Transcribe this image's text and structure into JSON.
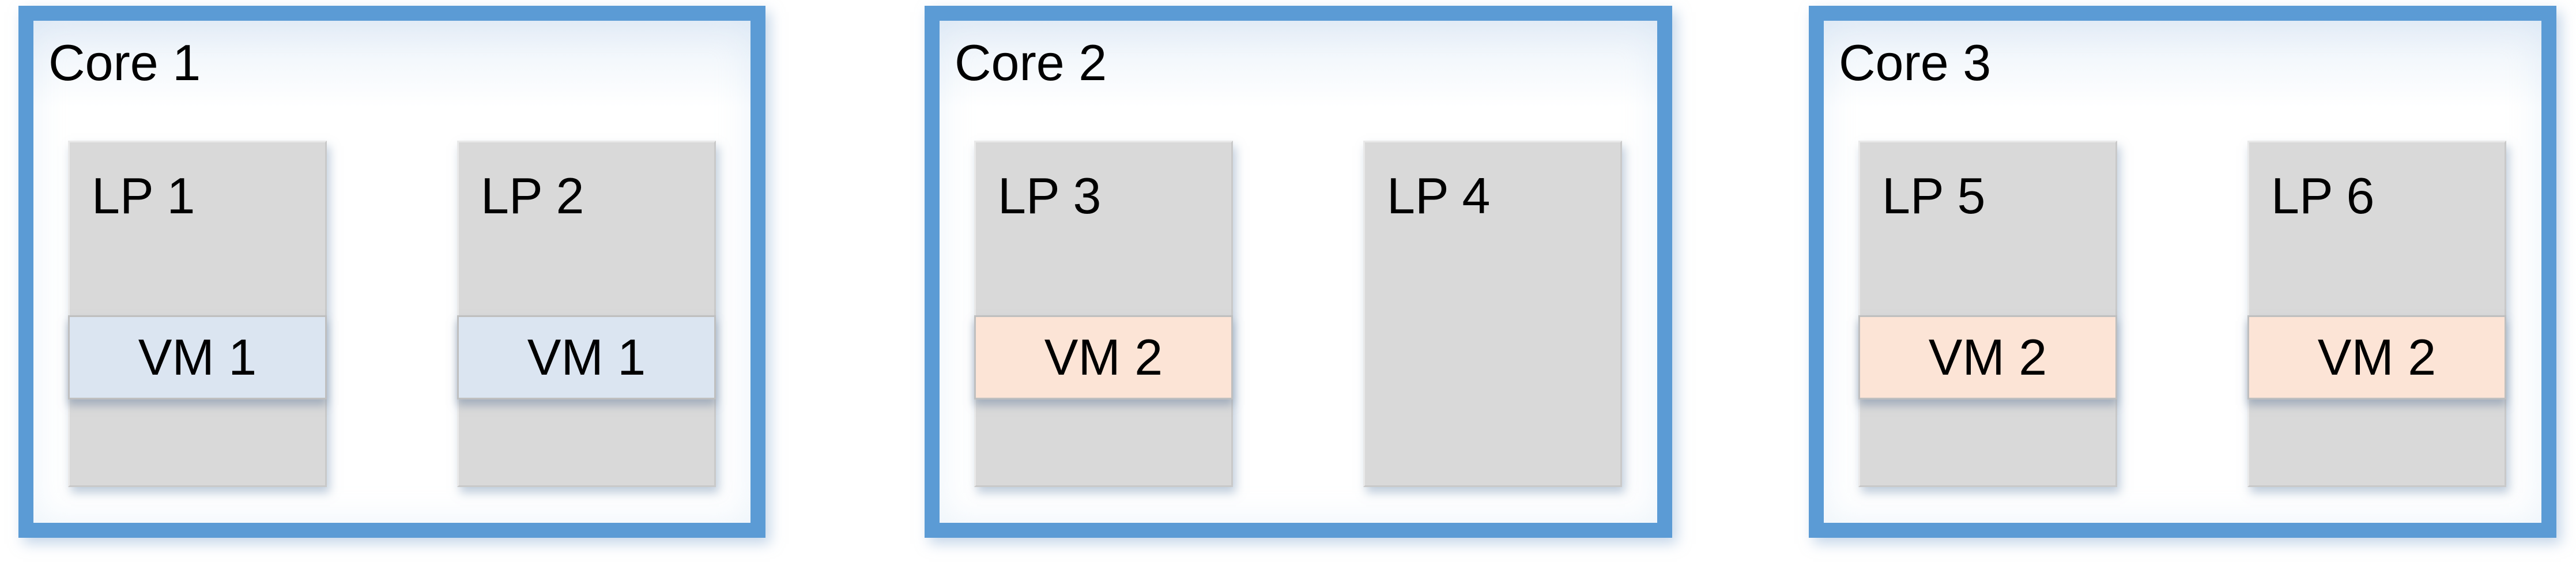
{
  "diagram": {
    "cores": [
      {
        "title": "Core 1",
        "lps": [
          {
            "label": "LP 1",
            "vm": {
              "label": "VM 1",
              "variant": "vm1"
            }
          },
          {
            "label": "LP 2",
            "vm": {
              "label": "VM 1",
              "variant": "vm1"
            }
          }
        ]
      },
      {
        "title": "Core 2",
        "lps": [
          {
            "label": "LP 3",
            "vm": {
              "label": "VM 2",
              "variant": "vm2"
            }
          },
          {
            "label": "LP 4",
            "vm": null
          }
        ]
      },
      {
        "title": "Core 3",
        "lps": [
          {
            "label": "LP 5",
            "vm": {
              "label": "VM 2",
              "variant": "vm2"
            }
          },
          {
            "label": "LP 6",
            "vm": {
              "label": "VM 2",
              "variant": "vm2"
            }
          }
        ]
      }
    ],
    "colors": {
      "core_border": "#5B9BD5",
      "lp_fill": "#D9D9D9",
      "vm1_fill": "#DBE5F1",
      "vm2_fill": "#FCE4D6",
      "band_border": "#BFBFBF",
      "text": "#000000"
    }
  }
}
